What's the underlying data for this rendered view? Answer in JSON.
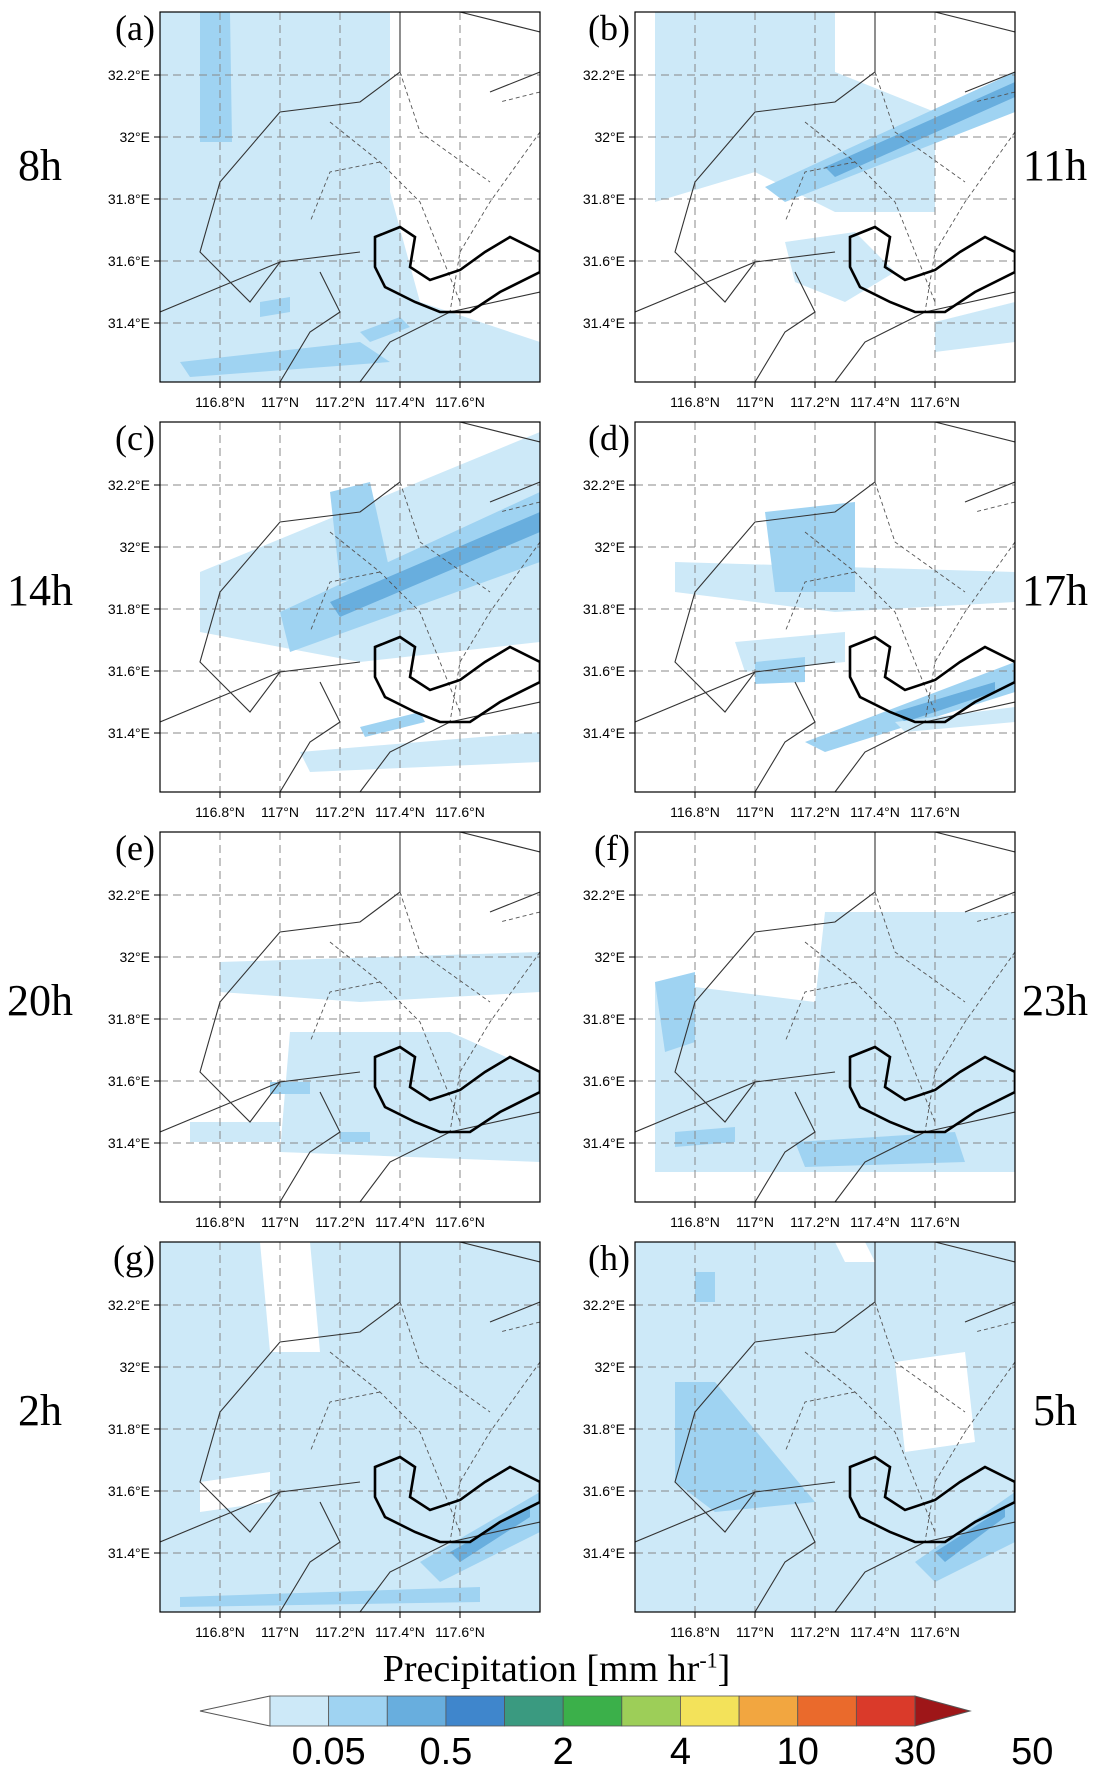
{
  "panels": [
    {
      "letter": "(a)",
      "time": "8h"
    },
    {
      "letter": "(b)",
      "time": "11h"
    },
    {
      "letter": "(c)",
      "time": "14h"
    },
    {
      "letter": "(d)",
      "time": "17h"
    },
    {
      "letter": "(e)",
      "time": "20h"
    },
    {
      "letter": "(f)",
      "time": "23h"
    },
    {
      "letter": "(g)",
      "time": "2h"
    },
    {
      "letter": "(h)",
      "time": "5h"
    }
  ],
  "y_ticks": [
    "32.2°E",
    "32°E",
    "31.8°E",
    "31.6°E",
    "31.4°E"
  ],
  "x_ticks": [
    "116.8°N",
    "117°N",
    "117.2°N",
    "117.4°N",
    "117.6°N"
  ],
  "colorbar": {
    "title": "Precipitation [mm hr",
    "title_sup": "-1",
    "title_end": "]",
    "labels": [
      "0.05",
      "0.5",
      "2",
      "4",
      "10",
      "30",
      "50"
    ],
    "colors": [
      "#cde9f8",
      "#9fd3f2",
      "#68aede",
      "#3f86cc",
      "#3a9a80",
      "#3bb04a",
      "#9dce58",
      "#f3e25a",
      "#f2a640",
      "#ea6a2c",
      "#da3a2a",
      "#c01e22",
      "#9e1618"
    ]
  },
  "palette": {
    "light": "#cde9f8",
    "mid": "#9fd3f2",
    "dark": "#68aede",
    "darker": "#3f86cc"
  }
}
